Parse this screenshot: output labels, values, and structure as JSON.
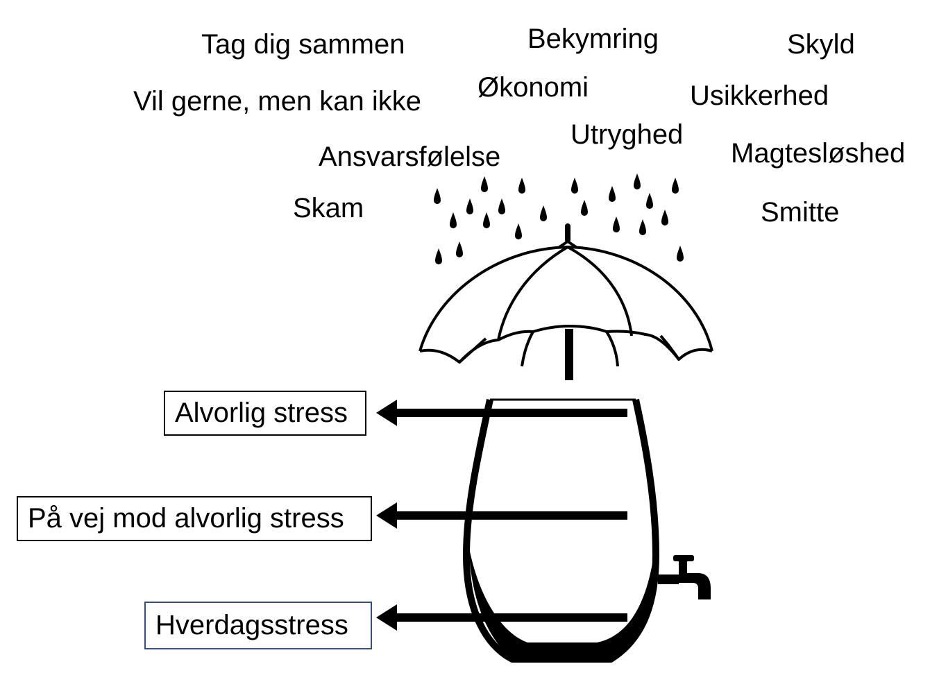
{
  "worries": [
    "Tag dig sammen",
    "Bekymring",
    "Skyld",
    "Vil gerne, men kan ikke",
    "Økonomi",
    "Usikkerhed",
    "Utryghed",
    "Ansvarsfølelse",
    "Magtesløshed",
    "Skam",
    "Smitte"
  ],
  "levels": {
    "severe": "Alvorlig stress",
    "toward_severe": "På vej mod alvorlig stress",
    "everyday": "Hverdagsstress"
  },
  "colors": {
    "ink": "#000000",
    "everyday_border": "#2f4f8f"
  },
  "icons": [
    "raindrop-icon",
    "umbrella-icon",
    "barrel-icon",
    "tap-icon",
    "arrow-left-icon"
  ]
}
